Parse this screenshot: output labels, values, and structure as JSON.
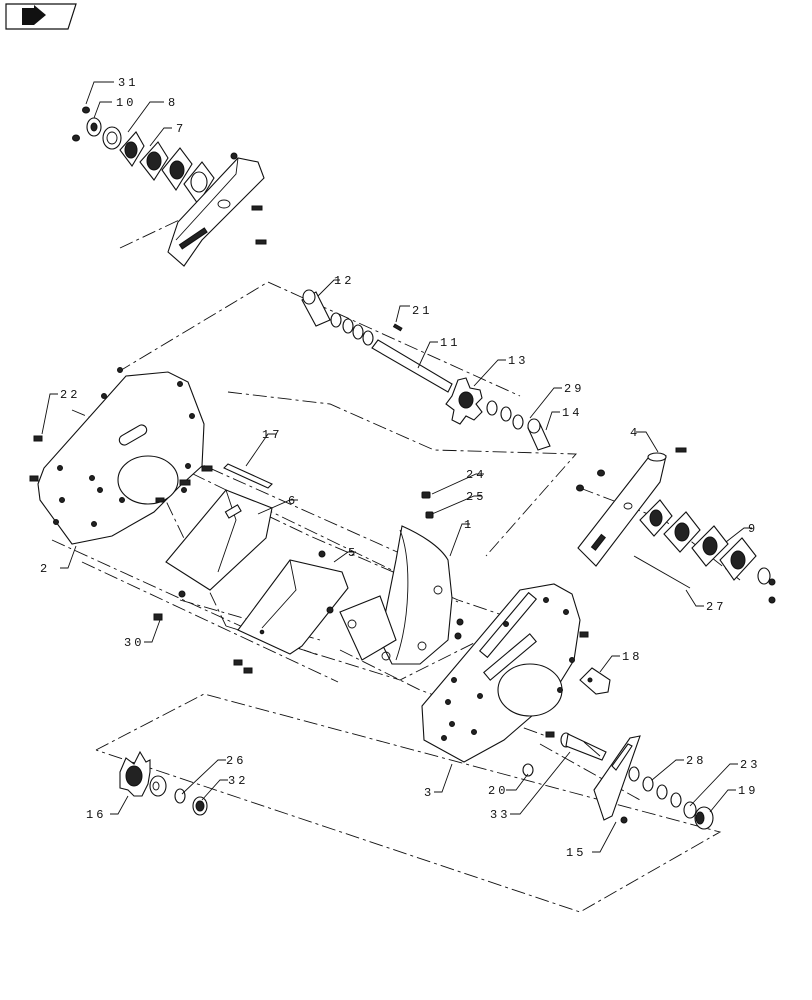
{
  "nav": {
    "icon": "next-page-arrow-icon"
  },
  "parts": {
    "p1": "1",
    "p2": "2",
    "p3": "3",
    "p4": "4",
    "p5": "5",
    "p6": "6",
    "p7": "7",
    "p8": "8",
    "p9": "9",
    "p10": "10",
    "p11": "11",
    "p12": "12",
    "p13": "13",
    "p14": "14",
    "p15": "15",
    "p16": "16",
    "p17": "17",
    "p18": "18",
    "p19": "19",
    "p20": "20",
    "p21": "21",
    "p22": "22",
    "p23": "23",
    "p24": "24",
    "p25": "25",
    "p26": "26",
    "p27": "27",
    "p28": "28",
    "p29": "29",
    "p30": "30",
    "p31": "31",
    "p32": "32",
    "p33": "33"
  }
}
